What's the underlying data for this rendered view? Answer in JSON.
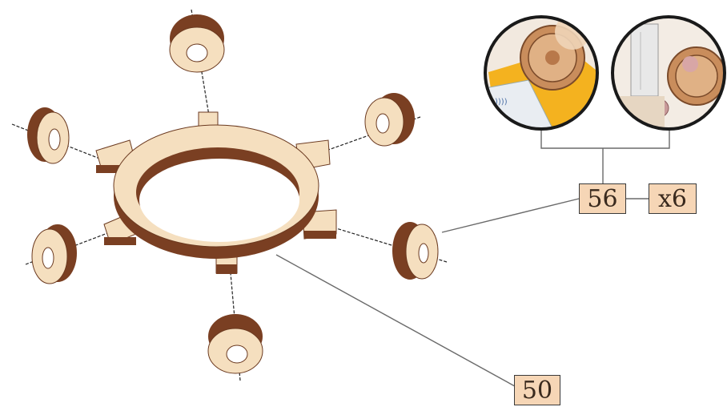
{
  "labels": {
    "spacer_part": "56",
    "spacer_qty": "x6",
    "ring_part": "50"
  },
  "detail_circles": [
    {
      "name": "glue-gear-detail",
      "printed_text": ""
    },
    {
      "name": "peg-gear-detail"
    }
  ],
  "colors": {
    "wood_light": "#f5dfbf",
    "wood_dark": "#7a3f22",
    "label_fill": "#f6d6b6",
    "line": "#555555",
    "glue_yellow": "#f4b21f"
  }
}
